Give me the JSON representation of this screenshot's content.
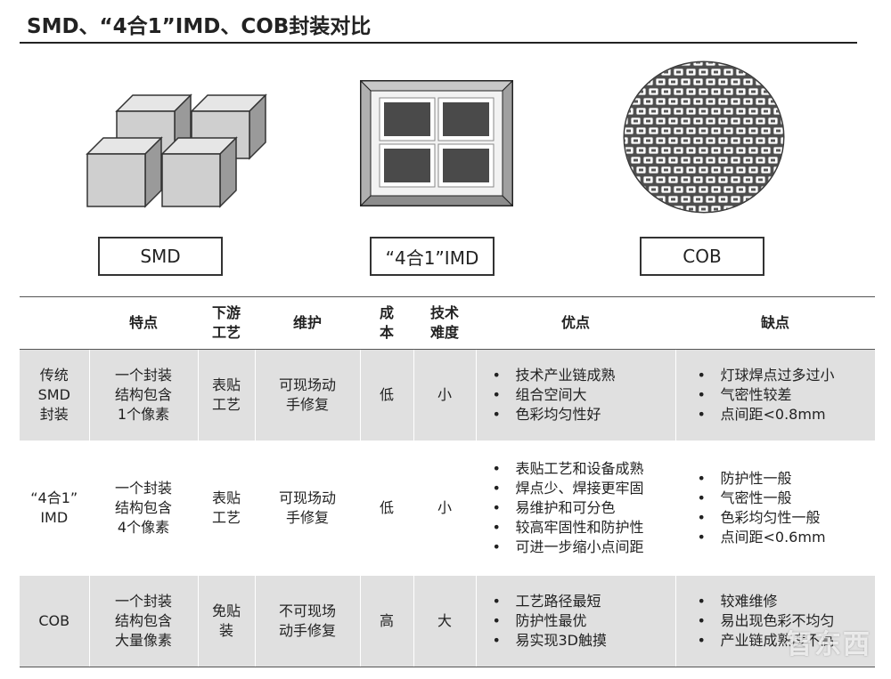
{
  "title": "SMD、“4合1”IMD、COB封装对比",
  "labels": {
    "smd": "SMD",
    "imd": "“4合1”IMD",
    "cob": "COB"
  },
  "table": {
    "headers": {
      "type": "",
      "feature": "特点",
      "process": "下游\n工艺",
      "maintenance": "维护",
      "cost": "成\n本",
      "difficulty": "技术\n难度",
      "advantages": "优点",
      "disadvantages": "缺点"
    },
    "rows": [
      {
        "type": "传统\nSMD\n封装",
        "feature": "一个封装\n结构包含\n1个像素",
        "process": "表贴\n工艺",
        "maintenance": "可现场动\n手修复",
        "cost": "低",
        "difficulty": "小",
        "advantages": [
          "技术产业链成熟",
          "组合空间大",
          "色彩均匀性好"
        ],
        "disadvantages": [
          "灯球焊点过多过小",
          "气密性较差",
          "点间距<0.8mm"
        ]
      },
      {
        "type": "“4合1”\nIMD",
        "feature": "一个封装\n结构包含\n4个像素",
        "process": "表贴\n工艺",
        "maintenance": "可现场动\n手修复",
        "cost": "低",
        "difficulty": "小",
        "advantages": [
          "表贴工艺和设备成熟",
          "焊点少、焊接更牢固",
          "易维护和可分色",
          "较高牢固性和防护性",
          "可进一步缩小点间距"
        ],
        "disadvantages": [
          "防护性一般",
          "气密性一般",
          "色彩均匀性一般",
          "点间距<0.6mm"
        ]
      },
      {
        "type": "COB",
        "feature": "一个封装\n结构包含\n大量像素",
        "process": "免贴\n装",
        "maintenance": "不可现场\n动手修复",
        "cost": "高",
        "difficulty": "大",
        "advantages": [
          "工艺路径最短",
          "防护性最优",
          "易实现3D触摸"
        ],
        "disadvantages": [
          "较难维修",
          "易出现色彩不均匀",
          "产业链成熟度不高"
        ]
      }
    ]
  },
  "watermark": "智东西",
  "colors": {
    "row_shade": "#e0e0e0",
    "cube_face": "#cfcfcf",
    "imd_pixel": "#4a4a4a",
    "cob_disc": "#4d4d4d"
  }
}
